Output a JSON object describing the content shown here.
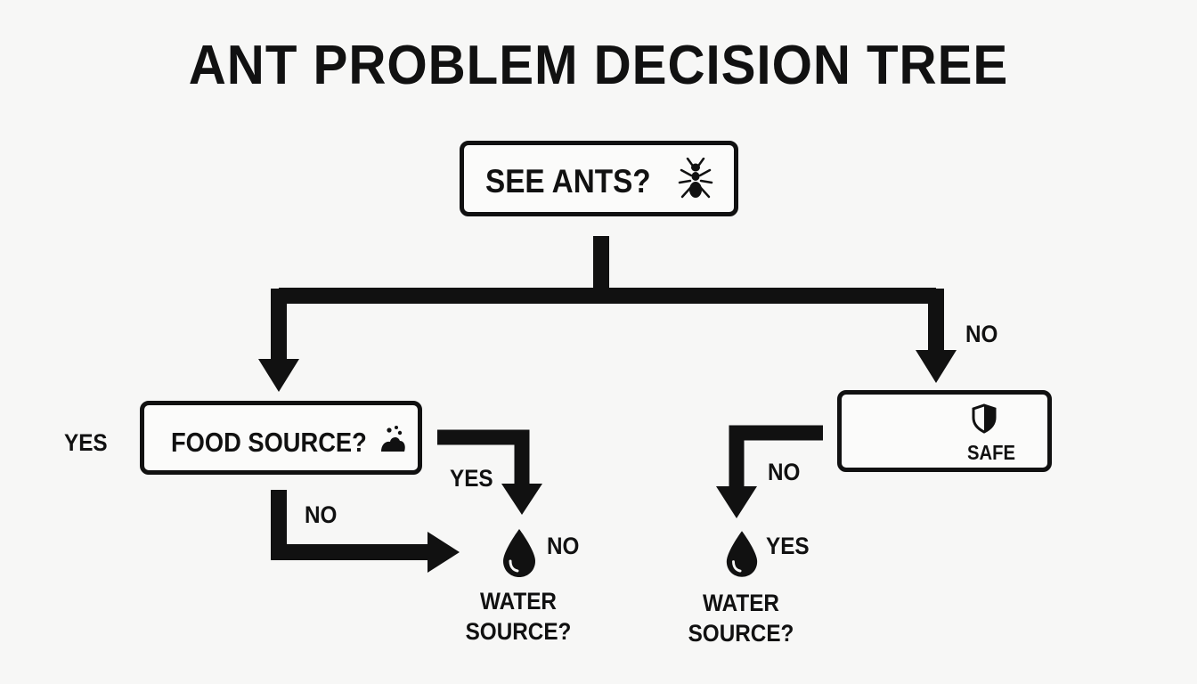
{
  "title": "ANT PROBLEM DECISION TREE",
  "nodes": {
    "root": {
      "label": "SEE ANTS?",
      "icon": "ant-icon"
    },
    "food": {
      "label": "FOOD SOURCE?",
      "icon": "food-crumbs-icon"
    },
    "safe": {
      "label": "SAFE",
      "icon": "shield-icon"
    }
  },
  "water_left": {
    "label_line1": "WATER",
    "label_line2": "SOURCE?",
    "icon": "water-drop-icon"
  },
  "water_right": {
    "label_line1": "WATER",
    "label_line2": "SOURCE?",
    "icon": "water-drop-icon"
  },
  "edge_labels": {
    "root_no": "NO",
    "food_yes_outer": "YES",
    "food_yes": "YES",
    "food_no": "NO",
    "water_left_no": "NO",
    "safe_no": "NO",
    "water_right_yes": "YES"
  },
  "colors": {
    "ink": "#111111",
    "background": "#f7f7f6"
  }
}
